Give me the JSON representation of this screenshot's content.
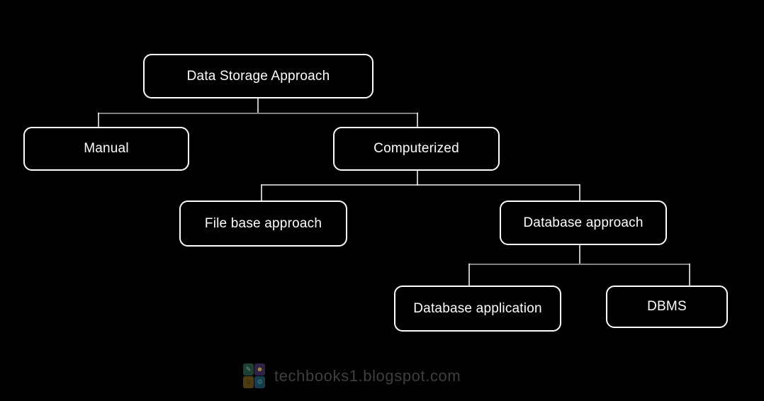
{
  "diagram": {
    "nodes": {
      "root": {
        "label": "Data Storage Approach"
      },
      "manual": {
        "label": "Manual"
      },
      "computerized": {
        "label": "Computerized"
      },
      "file_base": {
        "label": "File base approach"
      },
      "database_approach": {
        "label": "Database approach"
      },
      "database_application": {
        "label": "Database application"
      },
      "dbms": {
        "label": "DBMS"
      }
    },
    "edges": [
      {
        "from": "Data Storage Approach",
        "to": "Manual"
      },
      {
        "from": "Data Storage Approach",
        "to": "Computerized"
      },
      {
        "from": "Computerized",
        "to": "File base approach"
      },
      {
        "from": "Computerized",
        "to": "Database approach"
      },
      {
        "from": "Database approach",
        "to": "Database application"
      },
      {
        "from": "Database approach",
        "to": "DBMS"
      }
    ]
  },
  "watermark": {
    "text": "techbooks1.blogspot.com",
    "logo_icon": "puzzle-collage-logo-icon",
    "logo_glyphs": {
      "tl": "✎",
      "tr": "☻",
      "bl": "☺",
      "br": "⚙"
    }
  },
  "colors": {
    "background": "#000000",
    "box_border": "#ffffff",
    "box_text": "#ffffff",
    "connector_gray": "#7f7f7f",
    "connector_light": "#f0f0f0",
    "watermark_text": "#3f3f3f",
    "logo_tl": "#1d4033",
    "logo_tr": "#2e2344",
    "logo_bl": "#4d3c12",
    "logo_br": "#173c4e"
  }
}
